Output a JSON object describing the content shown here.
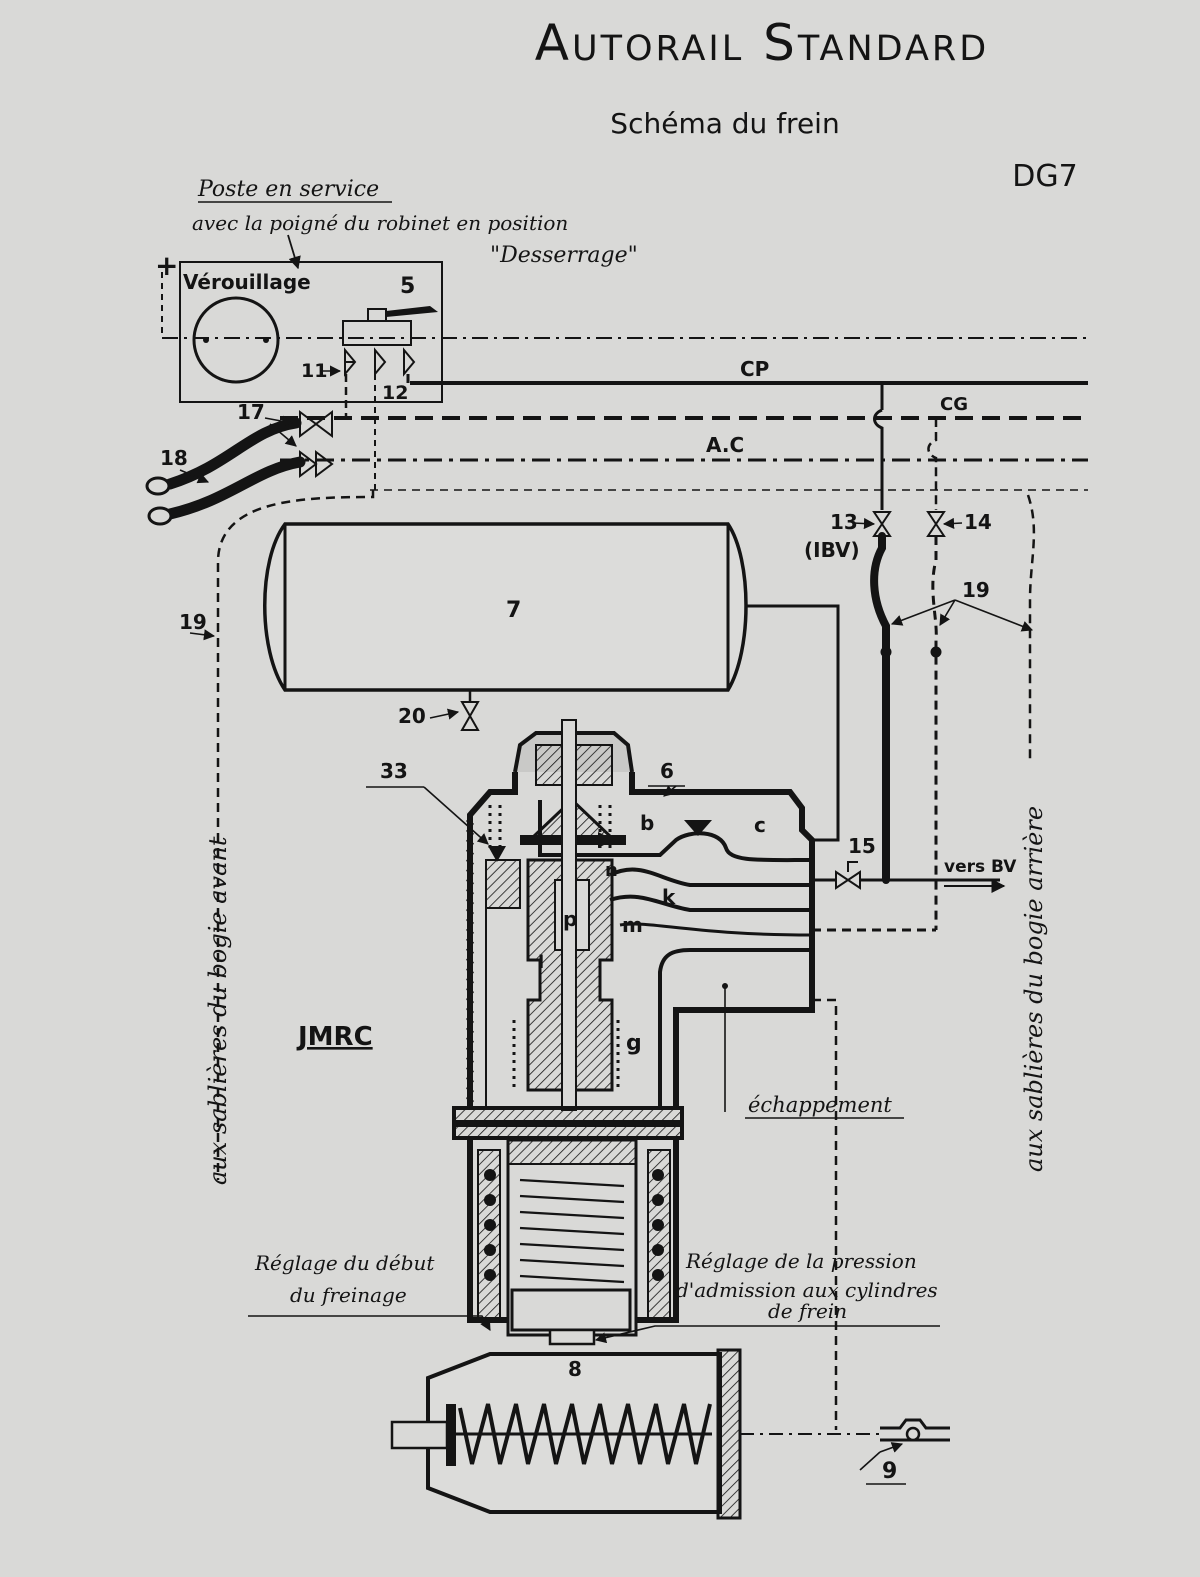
{
  "title": "Autorail Standard",
  "subtitle": "Schéma du frein",
  "ref": "DG7",
  "monogram": "JMRC",
  "colors": {
    "paper": "#d9d9d7",
    "ink": "#141414"
  },
  "box": {
    "plus": "+",
    "label": "Vérouillage"
  },
  "note_service": {
    "line1": "Poste en service",
    "line2": "avec la poigné du robinet en position",
    "line3": "\"Desserrage\""
  },
  "lines": {
    "cp": "CP",
    "cg": "CG",
    "ac": "A.C"
  },
  "labels": {
    "n5": "5",
    "n11": "11",
    "n12": "12",
    "n17": "17",
    "n18": "18",
    "n13": "13",
    "ibv": "(IBV)",
    "n14": "14",
    "n19a": "19",
    "n19b": "19",
    "n7": "7",
    "n20": "20",
    "n33": "33",
    "n6": "6",
    "n15": "15",
    "vers_bv": "vers BV",
    "b": "b",
    "c": "c",
    "n": "n",
    "k": "k",
    "p": "p",
    "m": "m",
    "l": "l",
    "g": "g",
    "n8": "8",
    "n9": "9"
  },
  "side_labels": {
    "left": "aux sablières du bogie avant",
    "right": "aux sablières du bogie arrière"
  },
  "echappement": "échappement",
  "reglage_debut": {
    "line1": "Réglage du début",
    "line2": "du freinage"
  },
  "reglage_pression": {
    "line1": "Réglage de la pression",
    "line2": "d'admission aux cylindres",
    "line3": "de frein"
  }
}
